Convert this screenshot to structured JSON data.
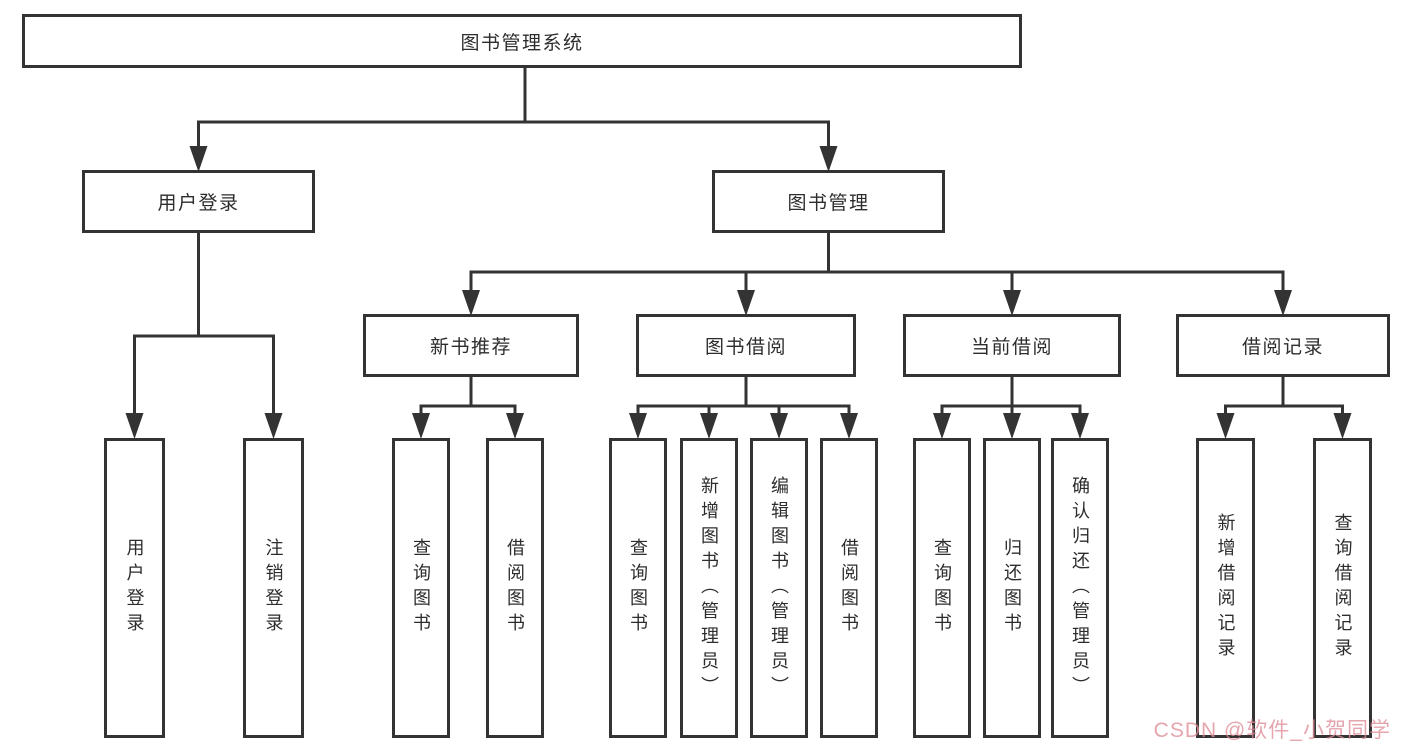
{
  "diagram": {
    "title": "图书管理系统",
    "colors": {
      "line": "#333333",
      "box_background": "#ffffff",
      "text": "#2d2d2d",
      "watermark": "#de8c96"
    },
    "nodes": {
      "root": {
        "label": "图书管理系统"
      },
      "level2": [
        {
          "label": "用户登录"
        },
        {
          "label": "图书管理"
        }
      ],
      "level3": [
        {
          "label": "新书推荐"
        },
        {
          "label": "图书借阅"
        },
        {
          "label": "当前借阅"
        },
        {
          "label": "借阅记录"
        }
      ],
      "level4": {
        "user_login_children": [
          {
            "label": "用户登录"
          },
          {
            "label": "注销登录"
          }
        ],
        "new_book_children": [
          {
            "label": "查询图书"
          },
          {
            "label": "借阅图书"
          }
        ],
        "book_borrow_children": [
          {
            "label": "查询图书"
          },
          {
            "label": "新增图书（管理员）"
          },
          {
            "label": "编辑图书（管理员）"
          },
          {
            "label": "借阅图书"
          }
        ],
        "current_borrow_children": [
          {
            "label": "查询图书"
          },
          {
            "label": "归还图书"
          },
          {
            "label": "确认归还（管理员）"
          }
        ],
        "borrow_record_children": [
          {
            "label": "新增借阅记录"
          },
          {
            "label": "查询借阅记录"
          }
        ]
      }
    }
  },
  "watermark": {
    "text": "CSDN @软件_小贺同学"
  }
}
